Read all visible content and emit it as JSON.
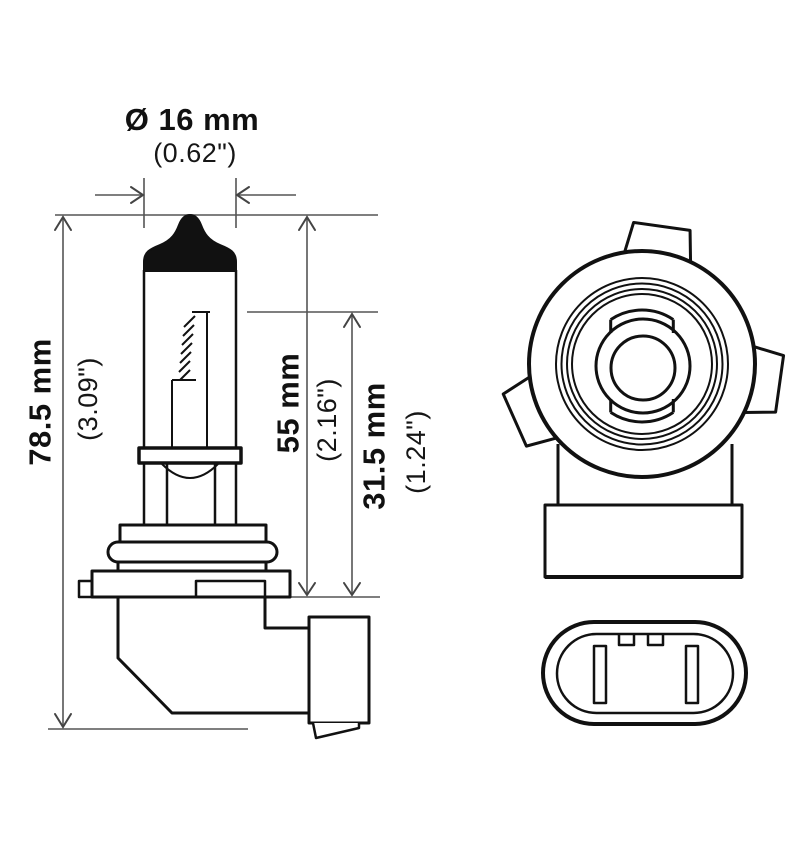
{
  "diagram": {
    "kind": "technical-drawing",
    "subject": "halogen bulb with right-angle base and oval connector, three orthographic views",
    "colors": {
      "line": "#111111",
      "dimension_line": "#555555",
      "background": "#ffffff"
    },
    "dimensions": {
      "diameter": {
        "value_mm": "Ø 16 mm",
        "value_inch": "(0.62\")"
      },
      "overall_length": {
        "value_mm": "78.5 mm",
        "value_inch": "(3.09\")"
      },
      "bulb_length": {
        "value_mm": "55 mm",
        "value_inch": "(2.16\")"
      },
      "base_length": {
        "value_mm": "31.5 mm",
        "value_inch": "(1.24\")"
      }
    }
  }
}
